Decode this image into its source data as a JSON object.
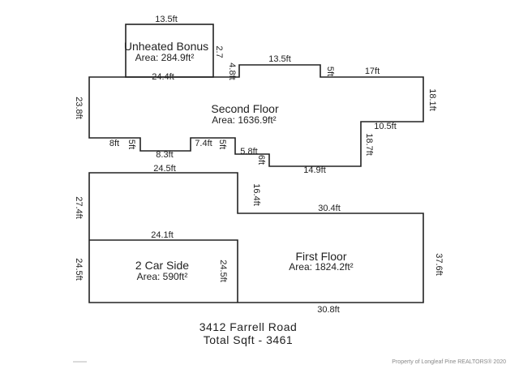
{
  "rooms": {
    "bonus": {
      "name": "Unheated Bonus",
      "area": "Area: 284.9ft²"
    },
    "second": {
      "name": "Second Floor",
      "area": "Area: 1636.9ft²"
    },
    "first": {
      "name": "First Floor",
      "area": "Area: 1824.2ft²"
    },
    "garage": {
      "name": "2 Car Side",
      "area": "Area: 590ft²"
    }
  },
  "dims": {
    "bonus_top": "13.5ft",
    "bonus_right": "2.7",
    "bonus_bottom": "24.4ft",
    "step_left": "4.8ft",
    "second_top_mid": "13.5ft",
    "step_right": "5ft",
    "second_top_right": "17ft",
    "second_right": "18.1ft",
    "second_left": "23.8ft",
    "notch_right_w": "10.5ft",
    "notch_right_h": "18.7ft",
    "bottom_8ft": "8ft",
    "bottom_5ft_a": "5ft",
    "bottom_83": "8.3ft",
    "bottom_74": "7.4ft",
    "bottom_5ft_b": "5ft",
    "bottom_58": "5.8ft",
    "bottom_6ft": "6ft",
    "bottom_149": "14.9ft",
    "first_top": "24.5ft",
    "first_step": "16.4ft",
    "first_top_right": "30.4ft",
    "first_left": "27.4ft",
    "first_right": "37.6ft",
    "first_bottom": "30.8ft",
    "garage_top": "24.1ft",
    "garage_left": "24.5ft",
    "garage_right": "24.5ft"
  },
  "caption": {
    "address": "3412 Farrell Road",
    "total": "Total Sqft  - 3461"
  },
  "watermark": "Property of Longleaf Pine REALTORS® 2020"
}
